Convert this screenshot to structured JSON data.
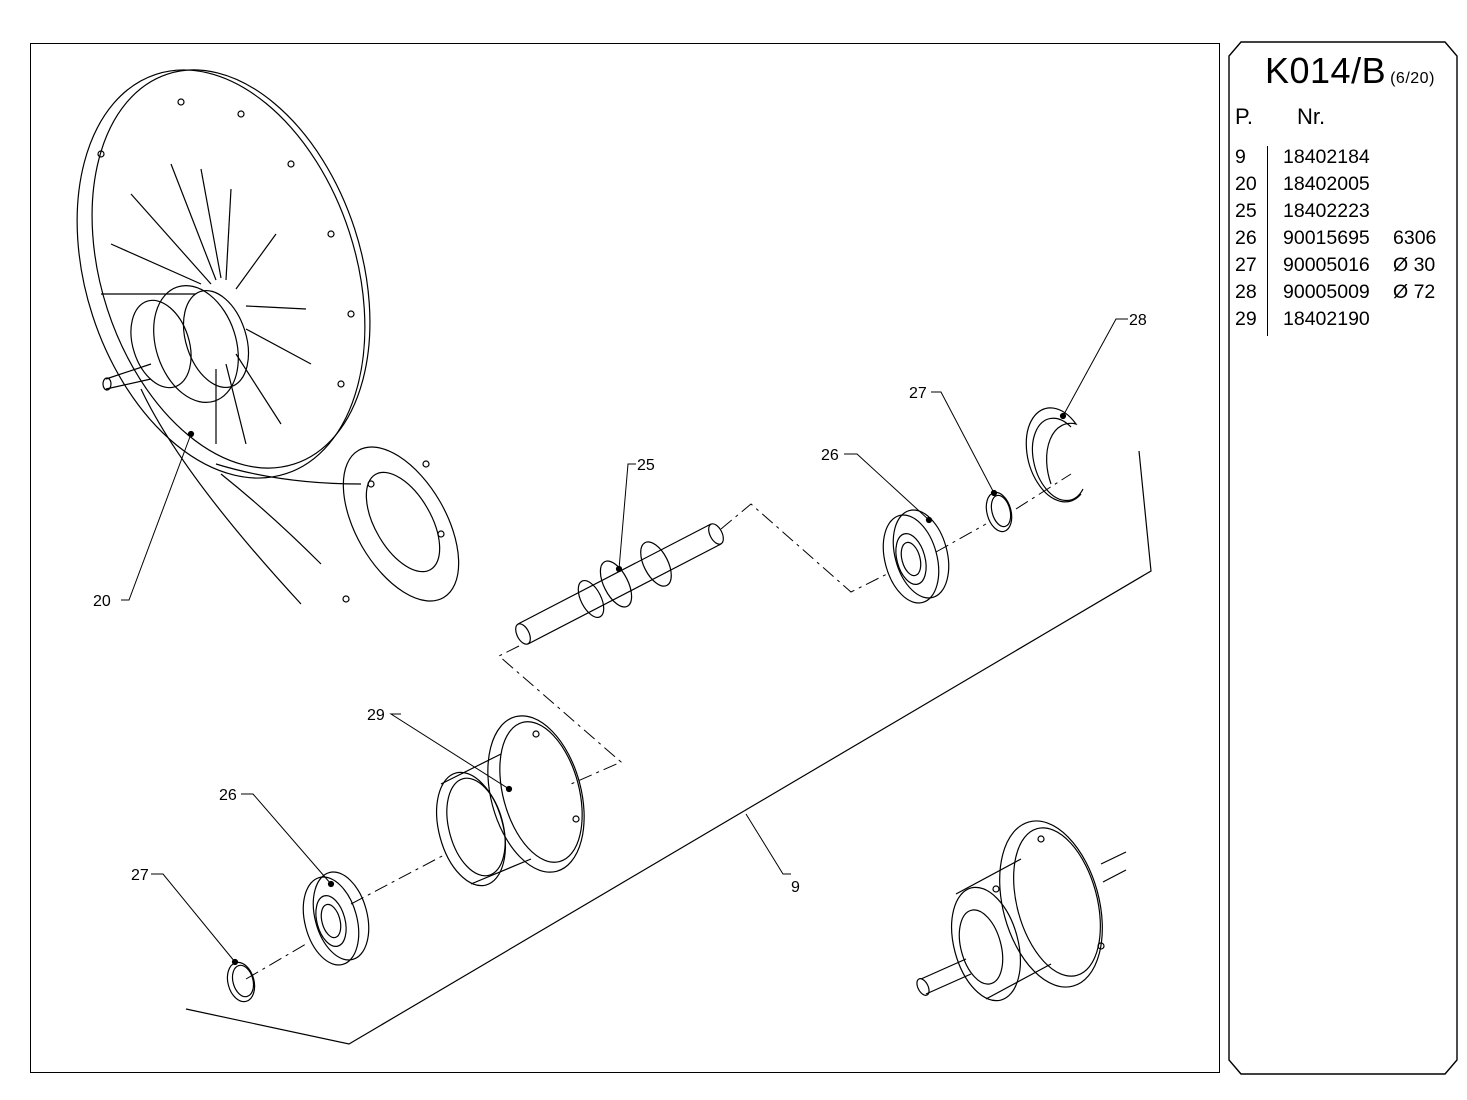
{
  "sheet": {
    "code": "K014/B",
    "page": "(6/20)"
  },
  "parts_table": {
    "col_position": "P.",
    "col_number": "Nr.",
    "rows": [
      {
        "pos": "9",
        "nr": "18402184",
        "spec": ""
      },
      {
        "pos": "20",
        "nr": "18402005",
        "spec": ""
      },
      {
        "pos": "25",
        "nr": "18402223",
        "spec": ""
      },
      {
        "pos": "26",
        "nr": "90015695",
        "spec": "6306"
      },
      {
        "pos": "27",
        "nr": "90005016",
        "spec": "Ø 30"
      },
      {
        "pos": "28",
        "nr": "90005009",
        "spec": "Ø 72"
      },
      {
        "pos": "29",
        "nr": "18402190",
        "spec": ""
      }
    ]
  },
  "callouts": {
    "housing": "20",
    "shaft": "25",
    "bearing_upper": "26",
    "snap_ring_upper": "27",
    "circlip": "28",
    "sleeve": "29",
    "bearing_lower": "26",
    "snap_ring_lower": "27",
    "assembly": "9"
  }
}
